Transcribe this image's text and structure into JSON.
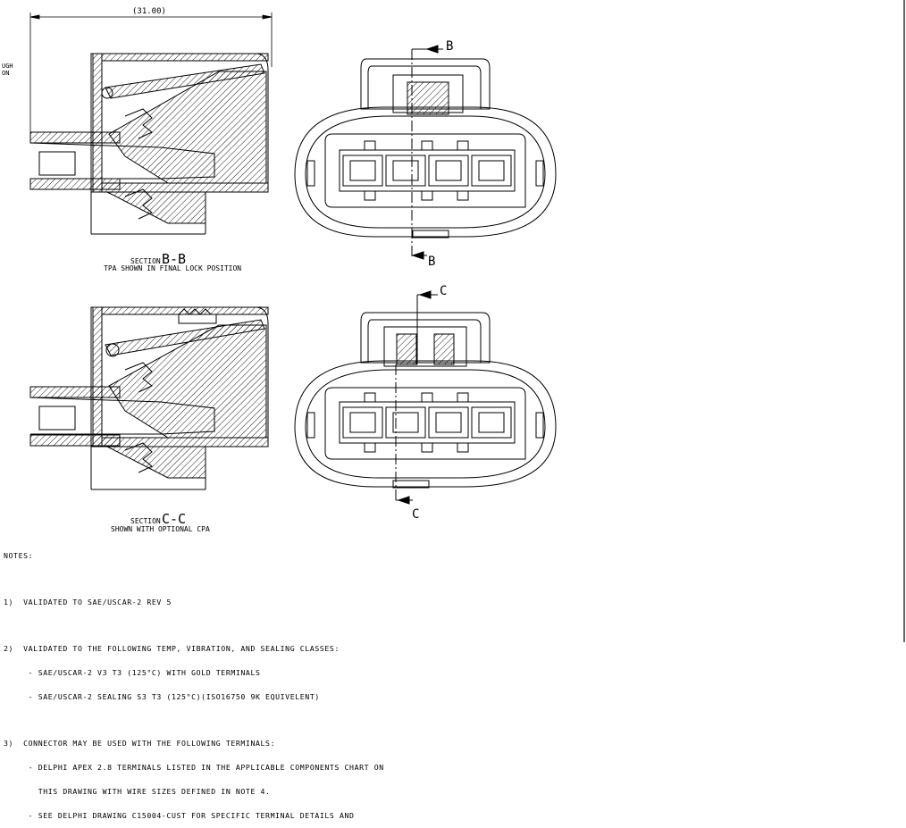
{
  "dimension": {
    "top_width": "(31.00)"
  },
  "left_edge_text": [
    "UGH",
    "ON"
  ],
  "section_b": {
    "title_prefix": "SECTION",
    "title_id": "B-B",
    "caption": "TPA SHOWN IN FINAL LOCK POSITION",
    "cut_label_top": "B",
    "cut_label_bottom": "B"
  },
  "section_c": {
    "title_prefix": "SECTION",
    "title_id": "C-C",
    "caption": "SHOWN WITH OPTIONAL CPA",
    "cut_label_top": "C",
    "cut_label_bottom": "C"
  },
  "notes": {
    "heading": "NOTES:",
    "n1": "1)  VALIDATED TO SAE/USCAR-2 REV 5",
    "n2_l1": "2)  VALIDATED TO THE FOLLOWING TEMP, VIBRATION, AND SEALING CLASSES:",
    "n2_l2": "     - SAE/USCAR-2 V3 T3 (125°C) WITH GOLD TERMINALS",
    "n2_l3": "     - SAE/USCAR-2 SEALING S3 T3 (125°C)(ISO16750 9K EQUIVELENT)",
    "n3_l1": "3)  CONNECTOR MAY BE USED WITH THE FOLLOWING TERMINALS:",
    "n3_l2": "     - DELPHI APEX 2.8 TERMINALS LISTED IN THE APPLICABLE COMPONENTS CHART ON",
    "n3_l3": "       THIS DRAWING WITH WIRE SIZES DEFINED IN NOTE 4.",
    "n3_l4": "     - SEE DELPHI DRAWING C15004-CUST FOR SPECIFIC TERMINAL DETAILS AND"
  }
}
